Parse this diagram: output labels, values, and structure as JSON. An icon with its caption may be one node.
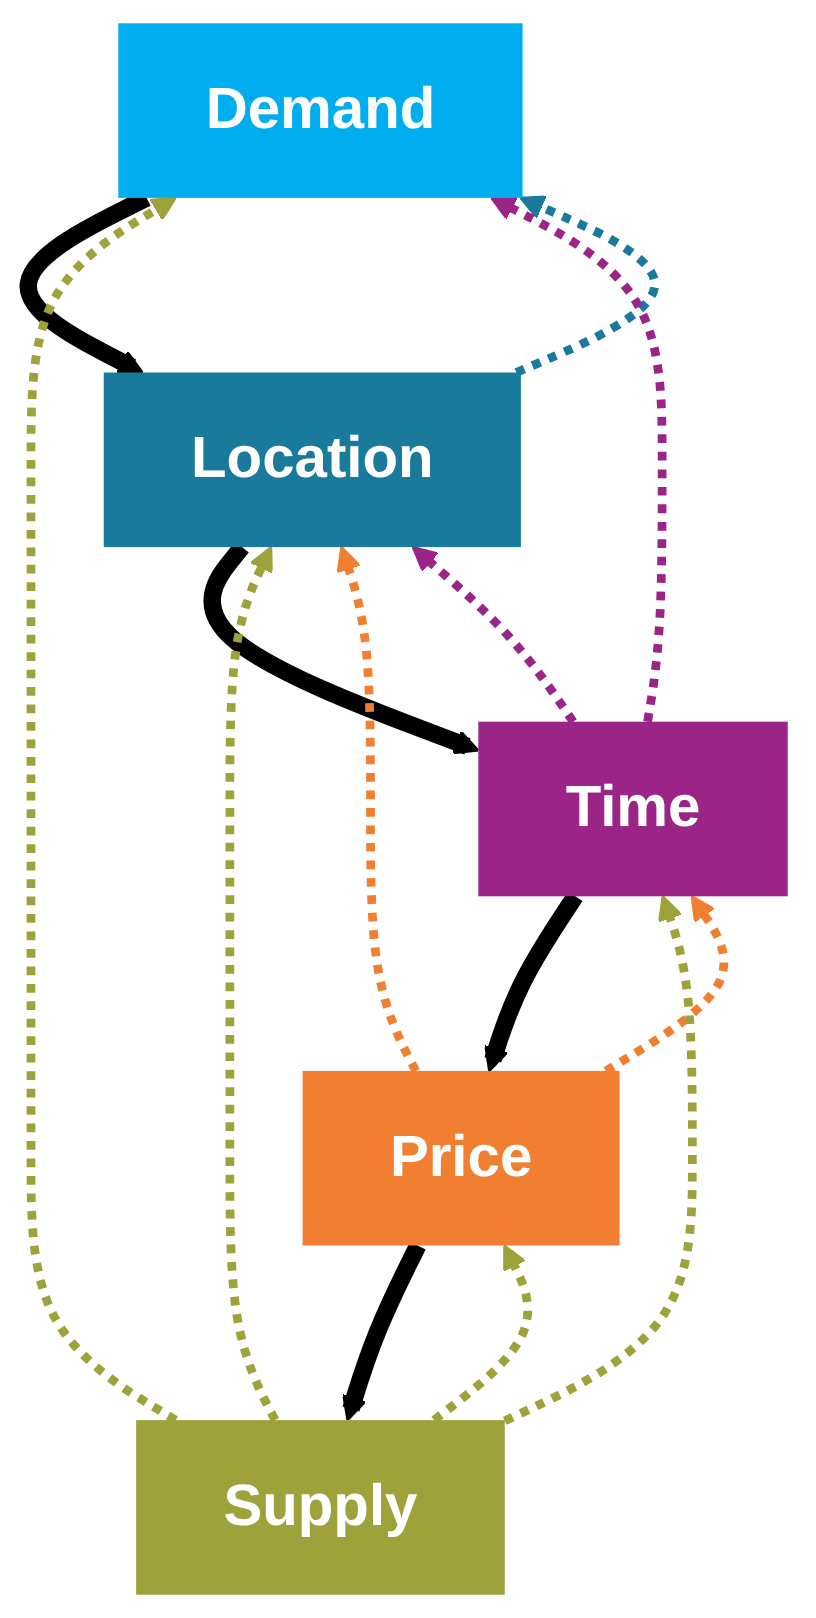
{
  "diagram": {
    "nodes": [
      {
        "text": [
          "Demand"
        ]
      },
      {
        "text": [
          "Location"
        ]
      },
      {
        "text": [
          "Time"
        ]
      },
      {
        "text": [
          "Price"
        ]
      },
      {
        "text": [
          "Supply"
        ]
      }
    ],
    "edges": [
      {
        "from": 0,
        "to": 1,
        "arrow": "to",
        "style": "thick"
      },
      {
        "from": 1,
        "to": 2,
        "arrow": "to",
        "style": "thick"
      },
      {
        "from": 2,
        "to": 3,
        "arrow": "to",
        "style": "thick"
      },
      {
        "from": 3,
        "to": 4,
        "arrow": "to",
        "style": "thick"
      },
      {
        "from": 1,
        "to": 0,
        "arrow": "to",
        "style": "dashed",
        "color": "#1a7a9c"
      },
      {
        "from": 2,
        "to": 0,
        "arrow": "to",
        "style": "dashed",
        "color": "#9b2487"
      },
      {
        "from": 2,
        "to": 1,
        "arrow": "to",
        "style": "dashed",
        "color": "#9b2487"
      },
      {
        "from": 3,
        "to": 1,
        "arrow": "to",
        "style": "dashed",
        "color": "#f07f32"
      },
      {
        "from": 3,
        "to": 2,
        "arrow": "to",
        "style": "dashed",
        "color": "#f07f32"
      },
      {
        "from": 4,
        "to": 0,
        "arrow": "to",
        "style": "dashed",
        "color": "#9ea23a"
      },
      {
        "from": 4,
        "to": 1,
        "arrow": "to",
        "style": "dashed",
        "color": "#9ea23a"
      },
      {
        "from": 4,
        "to": 2,
        "arrow": "to",
        "style": "dashed",
        "color": "#9ea23a"
      },
      {
        "from": 4,
        "to": 3,
        "arrow": "to",
        "style": "dashed",
        "color": "#9ea23a"
      }
    ]
  }
}
